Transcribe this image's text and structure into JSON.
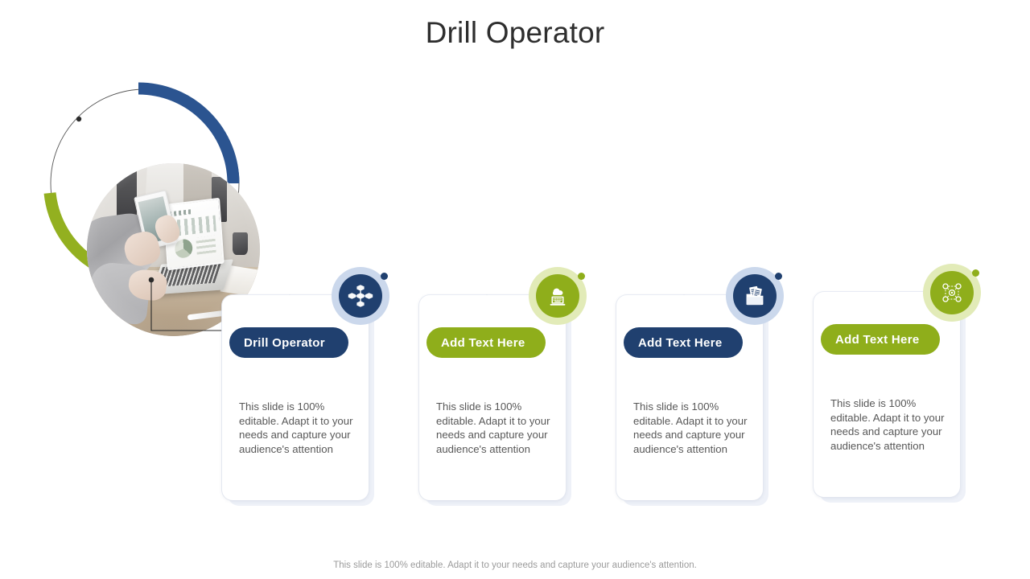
{
  "slide": {
    "title": "Drill Operator",
    "footer_note": "This slide is 100% editable. Adapt it to your needs and capture your audience's attention."
  },
  "theme": {
    "navy": "#20406F",
    "navy_dark": "#1F3D6E",
    "green": "#8FAE1B",
    "green_light": "#E2EBB8",
    "navy_light": "#CBD8EC",
    "arc_blue": "#2B5490",
    "arc_green": "#93B020",
    "body_text": "#585858",
    "title_text": "#2E2E2E",
    "footer_text": "#9B9B9B",
    "panel_bg": "#FFFFFF",
    "panel_shadow": "#EEF1F8"
  },
  "visual": {
    "name": "team-working-photo",
    "alt": "Two people working at a desk with a laptop and a tablet showing charts",
    "arc_top_color": "#2B5490",
    "arc_bottom_color": "#93B020"
  },
  "cards": [
    {
      "id": "card-1",
      "label": "Drill Operator",
      "body": "This slide is 100% editable. Adapt it to your needs and capture your audience's attention",
      "accent": "#20406F",
      "halo": "#CBD8EC",
      "icon": "connected-cubes-icon",
      "icon_color": "#FFFFFF"
    },
    {
      "id": "card-2",
      "label": "Add Text Here",
      "body": "This slide is 100% editable. Adapt it to your needs and capture your audience's attention",
      "accent": "#8FAE1B",
      "halo": "#E2EBB8",
      "icon": "cloud-laptop-icon",
      "icon_color": "#FFFFFF"
    },
    {
      "id": "card-3",
      "label": "Add Text Here",
      "body": "This slide is 100% editable. Adapt it to your needs and capture your audience's attention",
      "accent": "#20406F",
      "halo": "#CBD8EC",
      "icon": "folder-documents-icon",
      "icon_color": "#FFFFFF"
    },
    {
      "id": "card-4",
      "label": "Add Text Here",
      "body": "This slide is 100% editable. Adapt it to your needs and capture your audience's attention",
      "accent": "#8FAE1B",
      "halo": "#E2EBB8",
      "icon": "network-nodes-icon",
      "icon_color": "#FFFFFF"
    }
  ]
}
